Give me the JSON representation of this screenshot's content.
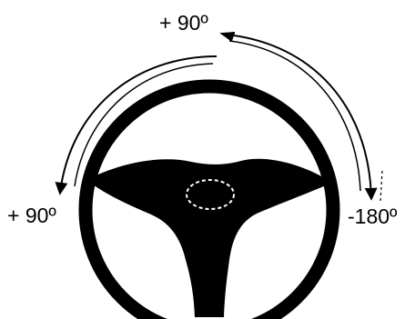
{
  "diagram": {
    "labels": {
      "top": "+ 90º",
      "left": "+ 90º",
      "right": "-180º"
    },
    "colors": {
      "ink": "#000000",
      "paper": "#ffffff"
    },
    "icons": {
      "wheel": "steering-wheel-icon",
      "hub": "horn-pad-icon"
    }
  }
}
